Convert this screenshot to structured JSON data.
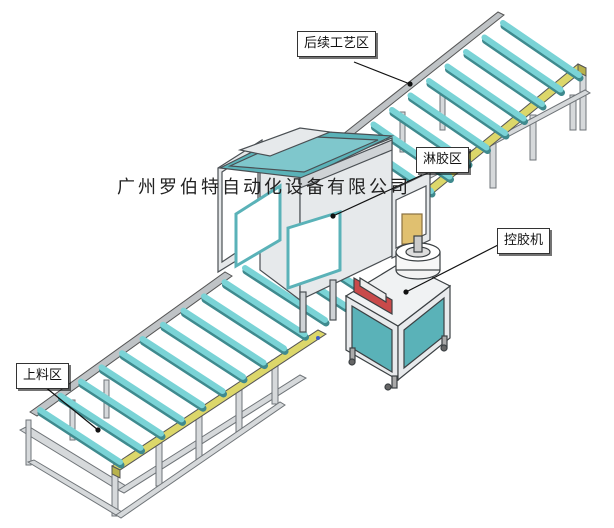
{
  "labels": {
    "downstream": "后续工艺区",
    "glue_area": "淋胶区",
    "glue_machine": "控胶机",
    "loading": "上料区"
  },
  "company_text": "广州罗伯特自动化设备有限公司",
  "colors": {
    "roller": "#7ad3d6",
    "rail": "#dcd76a",
    "frame": "#c9cdd0",
    "panel": "#ffffff",
    "machine_panel": "#5ab2b8"
  }
}
